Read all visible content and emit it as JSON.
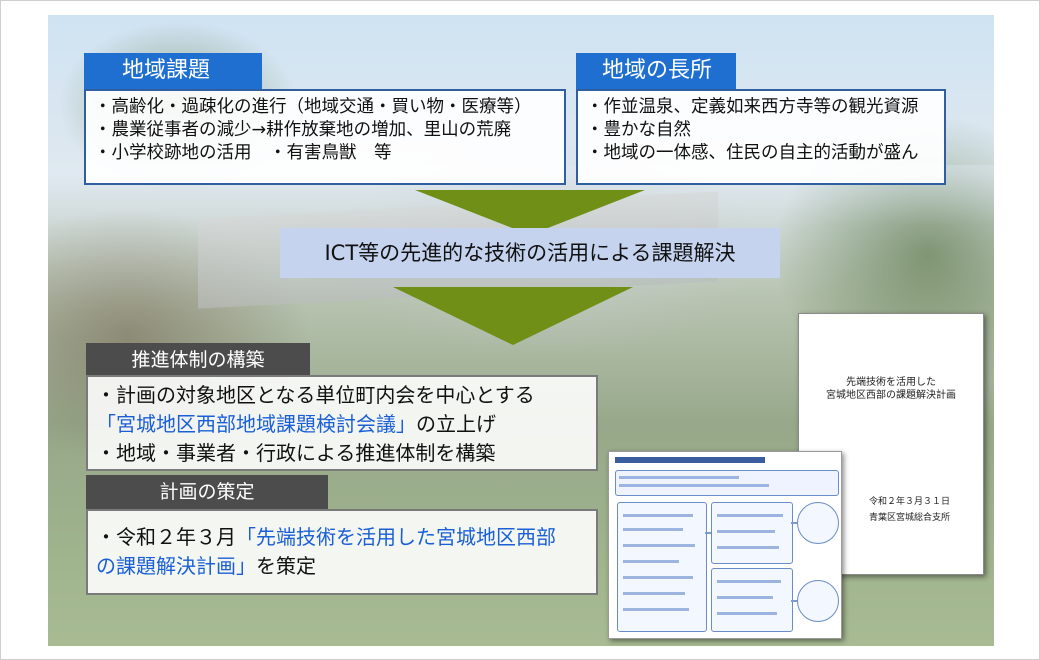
{
  "challenges": {
    "heading": "地域課題",
    "items": [
      "・高齢化・過疎化の進行（地域交通・買い物・医療等）",
      "・農業従事者の減少→耕作放棄地の増加、里山の荒廃",
      "・小学校跡地の活用　・有害鳥獣　等"
    ]
  },
  "strengths": {
    "heading": "地域の長所",
    "items": [
      "・作並温泉、定義如来西方寺等の観光資源",
      "・豊かな自然",
      "・地域の一体感、住民の自主的活動が盛ん"
    ]
  },
  "solution_banner": "ICT等の先進的な技術の活用による課題解決",
  "promotion": {
    "heading": "推進体制の構築",
    "line1": "・計画の対象地区となる単位町内会を中心とする",
    "line2_highlight": "「宮城地区西部地域課題検討会議」",
    "line2_rest": "の立上げ",
    "line3": "・地域・事業者・行政による推進体制を構築"
  },
  "plan": {
    "heading": "計画の策定",
    "line1_prefix": "・令和２年３月",
    "line1_highlight": "「先端技術を活用した宮城地区西部",
    "line2_highlight": "の課題解決計画」",
    "line2_rest": "を策定"
  },
  "cover_doc": {
    "title_line1": "先端技術を活用した",
    "title_line2": "宮城地区西部の課題解決計画",
    "date": "令和２年３月３１日",
    "org": "青葉区宮城総合支所"
  },
  "colors": {
    "header_blue": "#1f6fd0",
    "arrow_green": "#6f8f16",
    "banner_bg": "#c5d3ef",
    "highlight_text": "#1a5fd6",
    "header_gray": "#4c4c4c"
  }
}
